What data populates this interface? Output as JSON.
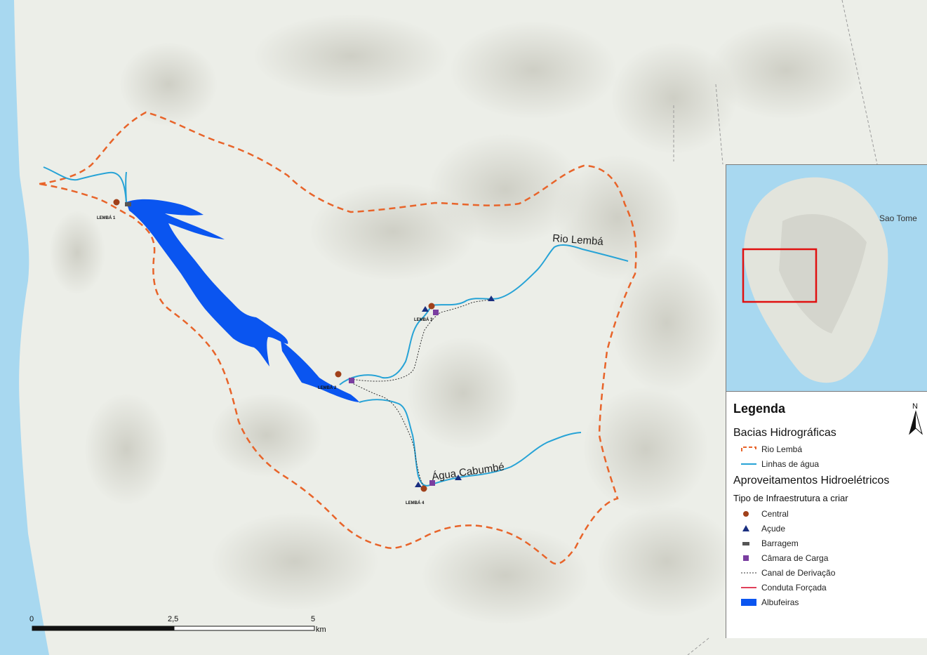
{
  "colors": {
    "sea": "#a8d8f0",
    "land": "#eceee8",
    "reservoir": "#0a55f0",
    "river": "#27a3d6",
    "basin": "#e8642a",
    "central": "#a0401a",
    "acude": "#1a2f80",
    "barragem": "#555555",
    "camara": "#7a3ea0",
    "canal": "#333333",
    "conduta": "#e0405a",
    "inset_frame": "#e01010"
  },
  "map_labels": {
    "rio_lemba": "Rio Lembá",
    "agua_cabumbe": "Água Cabumbé",
    "lemba1": "LEMBÁ 1",
    "lemba2": "LEMBÁ 2",
    "lemba3": "LEMBÁ 3",
    "lemba4": "LEMBÁ 4"
  },
  "inset": {
    "label": "Sao Tome"
  },
  "legend": {
    "title": "Legenda",
    "section1": "Bacias Hidrográficas",
    "rio_lemba": "Rio Lembá",
    "linhas_agua": "Linhas de água",
    "section2": "Aproveitamentos Hidroelétricos",
    "subtitle": "Tipo de Infraestrutura a criar",
    "central": "Central",
    "acude": "Açude",
    "barragem": "Barragem",
    "camara": "Câmara de Carga",
    "canal": "Canal de Derivação",
    "conduta": "Conduta Forçada",
    "albufeiras": "Albufeiras"
  },
  "north": "N",
  "scale": {
    "t0": "0",
    "t1": "2,5",
    "t2": "5",
    "unit": "km"
  }
}
